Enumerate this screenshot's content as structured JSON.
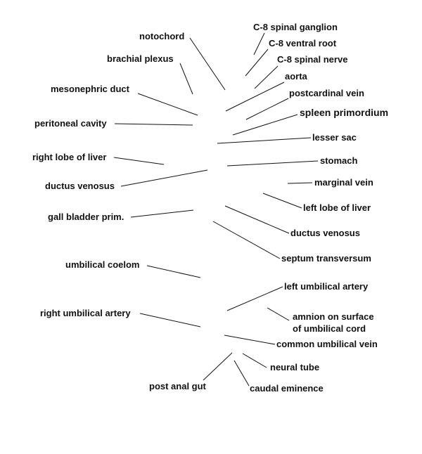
{
  "labels": {
    "notochord": "notochord",
    "brachial_plexus": "brachial plexus",
    "mesonephric_duct": "mesonephric duct",
    "peritoneal_cavity": "peritoneal cavity",
    "right_lobe_of_liver": "right lobe of liver",
    "ductus_venosus_left": "ductus venosus",
    "gall_bladder_prim": "gall bladder prim.",
    "umbilical_coelom": "umbilical coelom",
    "right_umbilical_artery": "right umbilical artery",
    "post_anal_gut": "post anal gut",
    "c8_spinal_ganglion": "C-8 spinal ganglion",
    "c8_ventral_root": "C-8 ventral root",
    "c8_spinal_nerve": "C-8 spinal nerve",
    "aorta": "aorta",
    "postcardinal_vein": "postcardinal vein",
    "spleen_primordium": "spleen primordium",
    "lesser_sac": "lesser sac",
    "stomach": "stomach",
    "marginal_vein": "marginal vein",
    "left_lobe_of_liver": "left lobe of liver",
    "ductus_venosus_right": "ductus venosus",
    "septum_transversum": "septum transversum",
    "left_umbilical_artery": "left umbilical artery",
    "amnion_line1": "amnion on surface",
    "amnion_line2": "of umbilical cord",
    "common_umbilical_vein": "common umbilical vein",
    "neural_tube": "neural tube",
    "caudal_eminence": "caudal eminence"
  }
}
